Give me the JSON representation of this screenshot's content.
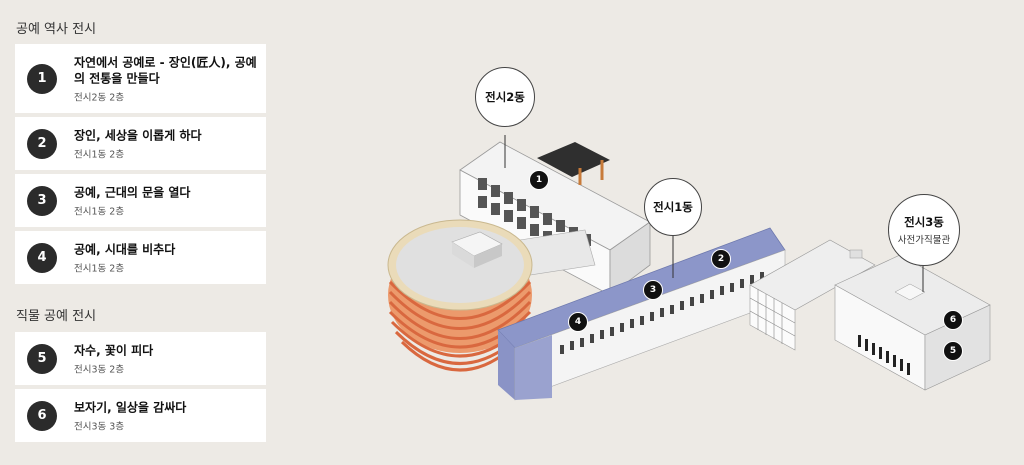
{
  "sections": [
    {
      "title": "공예 역사 전시"
    },
    {
      "title": "직물 공예 전시"
    }
  ],
  "cards": [
    {
      "num": "1",
      "title": "자연에서 공예로 - 장인(匠人), 공예의 전통을 만들다",
      "sub": "전시2동 2층"
    },
    {
      "num": "2",
      "title": "장인, 세상을 이롭게 하다",
      "sub": "전시1동 2층"
    },
    {
      "num": "3",
      "title": "공예, 근대의 문을 열다",
      "sub": "전시1동 2층"
    },
    {
      "num": "4",
      "title": "공예, 시대를 비추다",
      "sub": "전시1동 2층"
    },
    {
      "num": "5",
      "title": "자수, 꽃이 피다",
      "sub": "전시3동 2층"
    },
    {
      "num": "6",
      "title": "보자기, 일상을 감싸다",
      "sub": "전시3동 3층"
    }
  ],
  "map": {
    "bubbles": [
      {
        "main": "전시2동",
        "sub": ""
      },
      {
        "main": "전시1동",
        "sub": ""
      },
      {
        "main": "전시3동",
        "sub": "사전가직물관"
      }
    ],
    "markers": [
      "1",
      "2",
      "3",
      "4",
      "6",
      "5"
    ]
  }
}
